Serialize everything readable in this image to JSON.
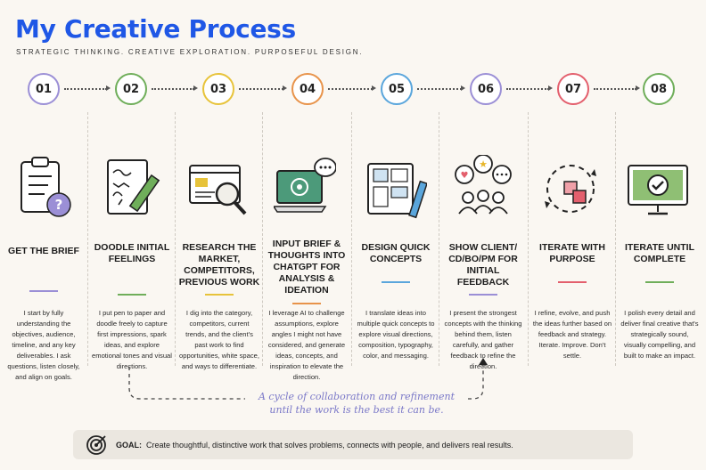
{
  "header": {
    "title": "My Creative Process",
    "subtitle": "STRATEGIC THINKING. CREATIVE EXPLORATION. PURPOSEFUL DESIGN."
  },
  "steps": [
    {
      "num": "01",
      "title": "GET THE BRIEF",
      "accent": "#9b8fd6",
      "icon": "clipboard-question-icon",
      "body": "I start by fully understanding the objectives, audience, timeline, and any key deliverables. I ask questions, listen closely, and align on goals."
    },
    {
      "num": "02",
      "title": "DOODLE INITIAL FEELINGS",
      "accent": "#6fae5a",
      "icon": "sketch-pencil-icon",
      "body": "I put pen to paper and doodle freely to capture first impressions, spark ideas, and explore emotional tones and visual directions."
    },
    {
      "num": "03",
      "title": "RESEARCH THE MARKET, COMPETITORS, PREVIOUS WORK",
      "accent": "#e7c33a",
      "icon": "browser-magnifier-icon",
      "body": "I dig into the category, competitors, current trends, and the client's past work to find opportunities, white space, and ways to differentiate."
    },
    {
      "num": "04",
      "title": "INPUT BRIEF & THOUGHTS INTO CHATGPT FOR ANALYSIS & IDEATION",
      "accent": "#e8934a",
      "icon": "laptop-ai-icon",
      "body": "I leverage AI to challenge assumptions, explore angles I might not have considered, and generate ideas, concepts, and inspiration to elevate the direction."
    },
    {
      "num": "05",
      "title": "DESIGN QUICK CONCEPTS",
      "accent": "#5aa6dc",
      "icon": "layout-pencil-icon",
      "body": "I translate ideas into multiple quick concepts to explore visual directions, composition, typography, color, and messaging."
    },
    {
      "num": "06",
      "title": "SHOW CLIENT/ CD/BO/PM FOR INITIAL FEEDBACK",
      "accent": "#9b8fd6",
      "icon": "people-feedback-icon",
      "body": "I present the strongest concepts with the thinking behind them, listen carefully, and gather feedback to refine the direction."
    },
    {
      "num": "07",
      "title": "ITERATE WITH PURPOSE",
      "accent": "#e35f6d",
      "icon": "refresh-cycle-icon",
      "body": "I refine, evolve, and push the ideas further based on feedback and strategy. Iterate. Improve. Don't settle."
    },
    {
      "num": "08",
      "title": "ITERATE UNTIL COMPLETE",
      "accent": "#6fae5a",
      "icon": "monitor-check-icon",
      "body": "I polish every detail and deliver final creative that's strategically sound, visually compelling, and built to make an impact."
    }
  ],
  "cycle": {
    "line1": "A cycle of collaboration and refinement",
    "line2": "until the work is the best it can be."
  },
  "goal": {
    "icon": "target-icon",
    "label": "GOAL:",
    "text": "Create thoughtful, distinctive work that solves problems, connects with people, and delivers real results."
  }
}
